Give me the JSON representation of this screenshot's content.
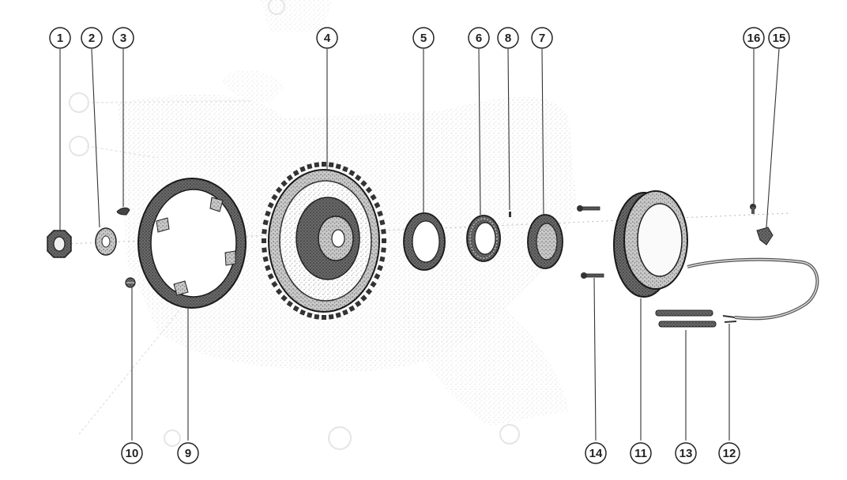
{
  "diagram": {
    "callouts_top": [
      "1",
      "2",
      "3",
      "4",
      "5",
      "6",
      "8",
      "7",
      "16",
      "15"
    ],
    "callouts_bottom": [
      "10",
      "9",
      "14",
      "11",
      "13",
      "12"
    ]
  },
  "colors": {
    "ink": "#222222",
    "stipple": "#c8c8c8",
    "ghost": "#d6d6d6",
    "part_dark": "#3a3a3a",
    "part_mid": "#8a8a8a",
    "part_light": "#e2e2e2"
  }
}
